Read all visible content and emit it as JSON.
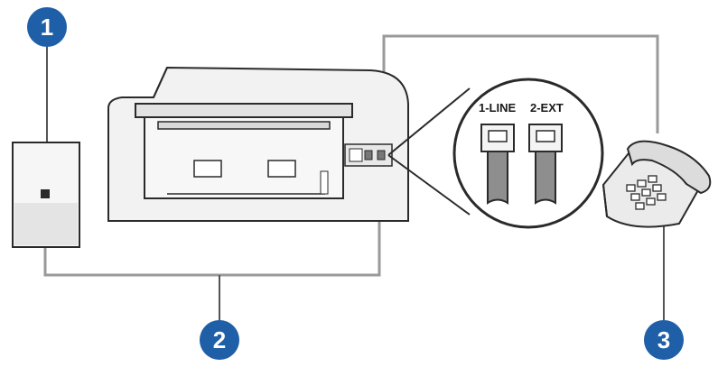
{
  "callouts": [
    {
      "number": "1"
    },
    {
      "number": "2"
    },
    {
      "number": "3"
    }
  ],
  "ports": {
    "line_label": "1-LINE",
    "ext_label": "2-EXT"
  },
  "colors": {
    "callout_fill": "#1f5fa8",
    "line_stroke": "#9a9a9a",
    "device_fill": "#f2f2f2",
    "outline": "#2a2a2a"
  }
}
